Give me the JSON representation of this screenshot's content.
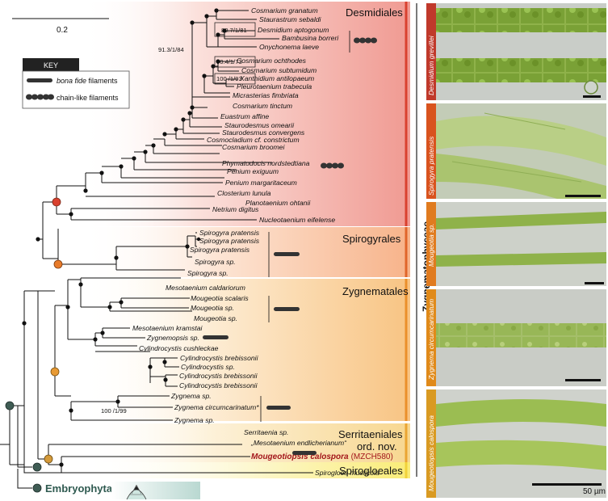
{
  "scale_bar": {
    "label": "0.2"
  },
  "key": {
    "title": "KEY",
    "items": [
      {
        "label": "bona fide filaments",
        "italic_part": "bona fide",
        "rest": " filaments",
        "symbol": "bar-icon"
      },
      {
        "label": "chain-like filaments",
        "symbol": "chain-icon"
      }
    ]
  },
  "clades": {
    "desmidiales": "Desmidiales",
    "spirogyrales": "Spirogyrales",
    "zygnematales": "Zygnematales",
    "serritaeniales": "Serritaeniales",
    "serritaeniales_sub": "ord. nov.",
    "spirogloeales": "Spirogloeales",
    "zygnematophyceae": "Zygnematophyceae",
    "embryophyta": "Embryophyta"
  },
  "support_values": {
    "s1": "91.3/1/84",
    "s2": "80.7/1/81",
    "s3": "90.4/1/73",
    "s4": "100 /1/93",
    "s5": "100 /1/99"
  },
  "taxa": [
    "Cosmarium granatum",
    "Staurastrum sebaldi",
    "Desmidium aptogonum",
    "Bambusina borreri",
    "Onychonema laeve",
    "Cosmarium ochthodes",
    "Cosmarium subtumidum",
    "Xanthidium antilopaeum",
    "Pleurotaenium trabecula",
    "Micrasterias fimbriata",
    "Cosmarium tinctum",
    "Euastrum affine",
    "Staurodesmus omearii",
    "Staurodesmus convergens",
    "Cosmocladium cf. constrictum",
    "Cosmarium broomei",
    "Phymatodocis nordstedtiana",
    "Penium exiguum",
    "Penium margaritaceum",
    "Closterium lunula",
    "Planotaenium ohtanii",
    "Netrium digitus",
    "Nucleotaenium eifelense",
    "Spirogyra pratensis",
    "Spirogyra pratensis",
    "Spirogyra pratensis",
    "Spirogyra sp.",
    "Spirogyra sp.",
    "Mesotaenium caldariorum",
    "Mougeotia scalaris",
    "Mougeotia sp.",
    "Mougeotia sp.",
    "Mesotaenium kramstai",
    "Zygnemopsis sp.",
    "Cylindrocystis cushleckae",
    "Cylindrocystis brebissonii",
    "Cylindrocystis sp.",
    "Cylindrocystis brebissonii",
    "Cylindrocystis brebissonii",
    "Zygnema sp.",
    "Zygnema circumcarinatum*",
    "Zygnema sp.",
    "Serritaenia sp.",
    "„Mesotaenium endlicherianum“",
    "Mougeotiopsis calospora",
    "Spirogloea musticola"
  ],
  "highlight_strain": "(MZCH580)",
  "photos": [
    {
      "label": "Desmidium grevillei",
      "color": "#c0392b"
    },
    {
      "label": "Spirogyra pratensis",
      "color": "#d9531e"
    },
    {
      "label": "Mougeotia sp.",
      "color": "#e07b1f"
    },
    {
      "label": "Zygnema circumcarinatum",
      "color": "#e08a1a"
    },
    {
      "label": "Mougeotiopsis calospora",
      "color": "#d99a22"
    }
  ],
  "photo_scale": "50 µm",
  "colors": {
    "desmidiales_band": "#f4b6ae",
    "spirogyrales_band": "#f9cfae",
    "zygnematales_band": "#fbd9a6",
    "serritaeniales_band": "#fbe3ad",
    "spirogloeales_band": "#fbf09a",
    "node_red": "#d9412f",
    "node_orange": "#e87b2a",
    "node_gold": "#d49a3a",
    "node_dark": "#3f5c54"
  }
}
